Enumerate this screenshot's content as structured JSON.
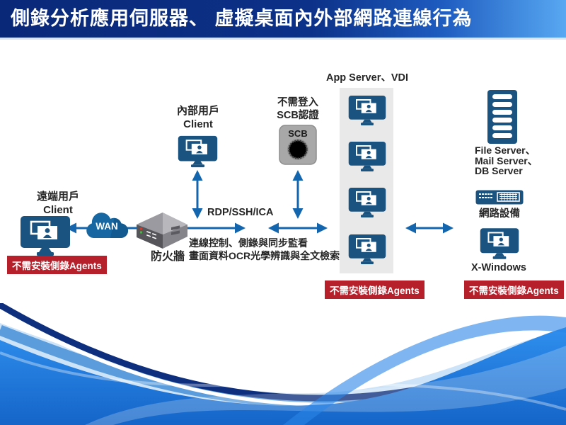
{
  "title": {
    "text": "側錄分析應用伺服器、 虛擬桌面內外部網路連線行為"
  },
  "colors": {
    "title_gradient_left": "#0a2878",
    "title_gradient_right": "#58a8f2",
    "icon_blue": "#1a5380",
    "arrow_blue": "#1365ad",
    "badge_red": "#b5202a",
    "wave_blue": "#1f78e0"
  },
  "nodes": {
    "remote_client": {
      "label_zh": "遠端用戶",
      "label_en": "Client",
      "badge": "不需安裝側錄Agents"
    },
    "wan": {
      "label": "WAN"
    },
    "firewall": {
      "label": "防火牆"
    },
    "internal_client": {
      "label_zh": "內部用戶",
      "label_en": "Client"
    },
    "protocol": {
      "label": "RDP/SSH/ICA"
    },
    "scb": {
      "note_line1": "不需登入",
      "note_line2": "SCB認證",
      "device_label": "SCB"
    },
    "app_vdi": {
      "label": "App Server、VDI",
      "badge": "不需安裝側錄Agents"
    },
    "servers": {
      "line1": "File Server、",
      "line2": "Mail Server、",
      "line3": "DB Server"
    },
    "network_device": {
      "label": "網路設備"
    },
    "xwindows": {
      "label": "X-Windows",
      "badge": "不需安裝側錄Agents"
    },
    "caption": {
      "line1": "連線控制、側錄與同步監看",
      "line2": "畫面資料OCR光學辨識與全文檢索"
    }
  }
}
